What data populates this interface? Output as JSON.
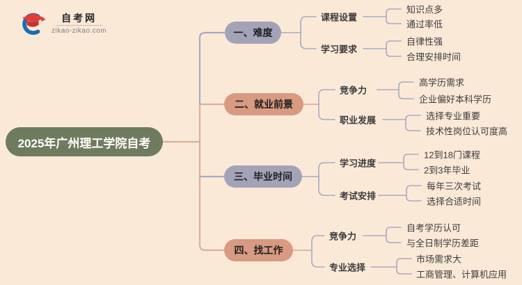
{
  "logo": {
    "title": "自考网",
    "url": "zikao-zikao.com"
  },
  "root": {
    "label": "2025年广州理工学院自考"
  },
  "colors": {
    "background": "#fbe9d8",
    "olive": "#6f7b5f",
    "lavender": "#a3a3b8",
    "salmon": "#d89a80",
    "line-tan": "#d8b19a",
    "line-gray": "#a9a9bf",
    "text-dark": "#3b3b3b",
    "logo-red": "#e23d3d",
    "logo-red-dark": "#c53232",
    "logo-blue": "#1e6cb0"
  },
  "branches": [
    {
      "label": "一、难度",
      "children": [
        {
          "label": "课程设置",
          "leaves": [
            "知识点多",
            "通过率低"
          ]
        },
        {
          "label": "学习要求",
          "leaves": [
            "自律性强",
            "合理安排时间"
          ]
        }
      ]
    },
    {
      "label": "二、就业前景",
      "children": [
        {
          "label": "竞争力",
          "leaves": [
            "高学历需求",
            "企业偏好本科学历"
          ]
        },
        {
          "label": "职业发展",
          "leaves": [
            "选择专业重要",
            "技术性岗位认可度高"
          ]
        }
      ]
    },
    {
      "label": "三、毕业时间",
      "children": [
        {
          "label": "学习进度",
          "leaves": [
            "12到18门课程",
            "2到3年毕业"
          ]
        },
        {
          "label": "考试安排",
          "leaves": [
            "每年三次考试",
            "选择合适时间"
          ]
        }
      ]
    },
    {
      "label": "四、找工作",
      "children": [
        {
          "label": "竞争力",
          "leaves": [
            "自考学历认可",
            "与全日制学历差距"
          ]
        },
        {
          "label": "专业选择",
          "leaves": [
            "市场需求大",
            "工商管理、计算机应用"
          ]
        }
      ]
    }
  ]
}
